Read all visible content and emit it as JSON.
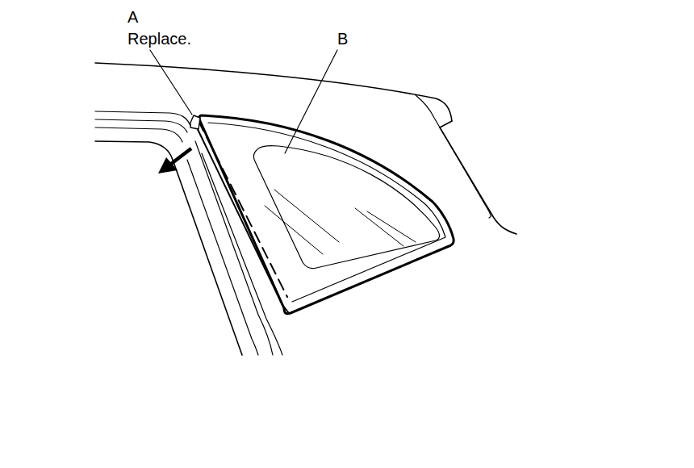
{
  "diagram": {
    "labels": [
      "A",
      "Replace.",
      "B"
    ]
  }
}
